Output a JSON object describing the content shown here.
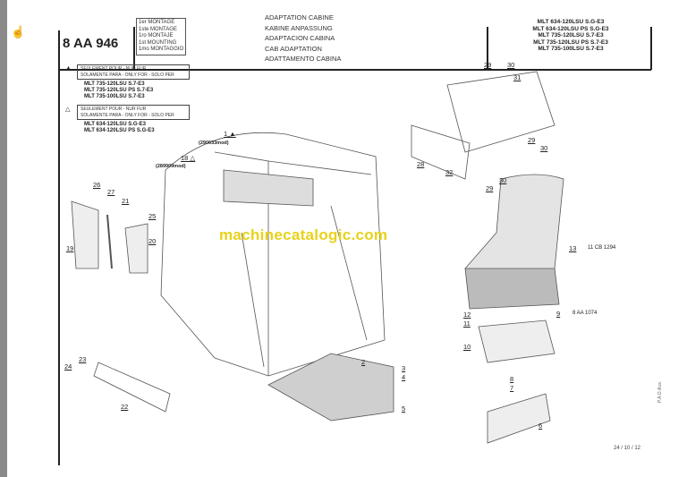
{
  "header": {
    "ref": "8 AA 946",
    "mounting": [
      "1er MONTAGE",
      "1ste MONTAGE",
      "1ro MONTAJE",
      "1st MOUNTING",
      "1mo MONTAGGIO"
    ],
    "titles": [
      "ADAPTATION CABINE",
      "KABINE ANPASSUNG",
      "ADAPTACION CABINA",
      "CAB ADAPTATION",
      "ADATTAMENTO CABINA"
    ],
    "models": [
      "MLT 634-120LSU S.G-E3",
      "MLT 634-120LSU PS S.G-E3",
      "MLT 735-120LSU S.7-E3",
      "MLT 735-120LSU PS S.7-E3",
      "MLT 735-100LSU S.7-E3"
    ]
  },
  "notes": [
    {
      "symbol": "▲",
      "text1": "SEULEMENT POUR - NUR FUR",
      "text2": "SOLAMENTE PARA - ONLY FOR - SOLO PER",
      "models": [
        "MLT 735-120LSU S.7-E3",
        "MLT 735-120LSU PS S.7-E3",
        "MLT 735-100LSU S.7-E3"
      ]
    },
    {
      "symbol": "△",
      "text1": "SEULEMENT POUR - NUR FUR",
      "text2": "SOLAMENTE PARA - ONLY FOR - SOLO PER",
      "models": [
        "MLT 634-120LSU S.G-E3",
        "MLT 634-120LSU PS S.G-E3"
      ]
    }
  ],
  "callouts": [
    "29",
    "30",
    "31",
    "28",
    "32",
    "29",
    "30",
    "29",
    "30",
    "1 ▲",
    "18 △",
    "26",
    "27",
    "21",
    "25",
    "20",
    "19",
    "13",
    "12",
    "11",
    "9",
    "10",
    "2",
    "3",
    "4",
    "5",
    "23",
    "24",
    "22",
    "8",
    "7",
    "6"
  ],
  "refs": {
    "r1": "(290633mod)",
    "r18": "(289909mod)",
    "r13": "11 CB 1294",
    "r9": "8 AA 1074"
  },
  "watermark": "machinecatalogic.com",
  "date": "24 / 10 / 12",
  "illus": "P.A.O.illus."
}
